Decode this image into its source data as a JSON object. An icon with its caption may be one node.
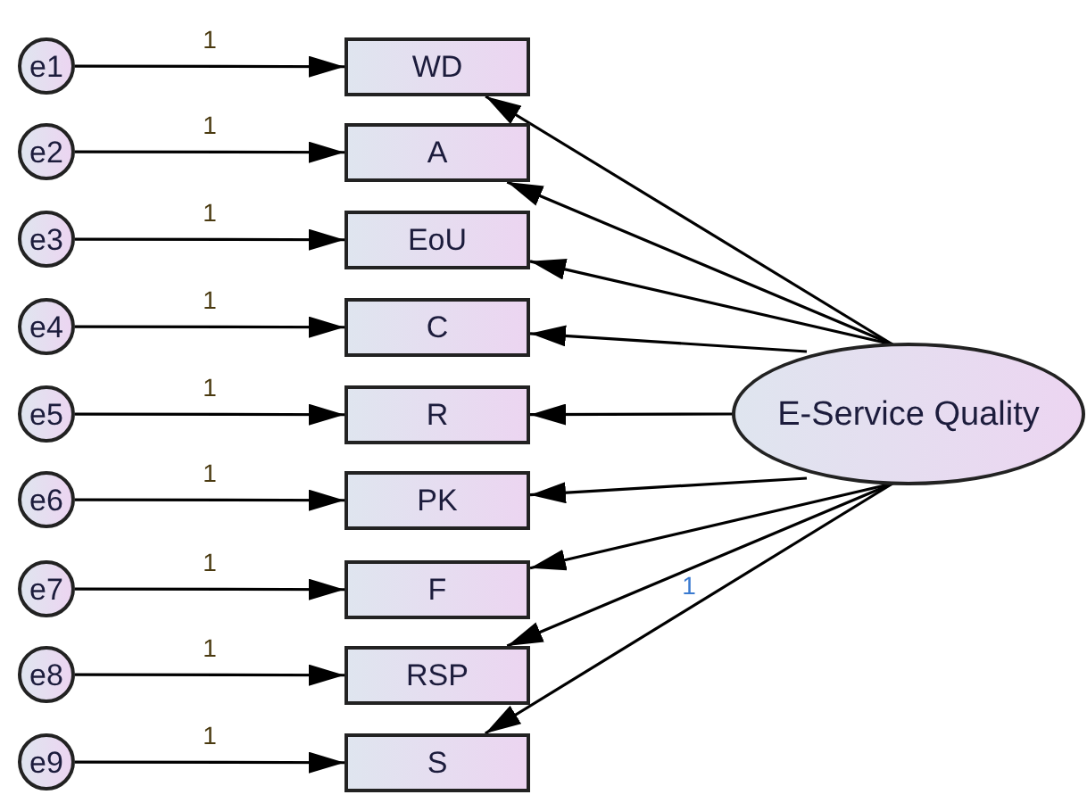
{
  "diagram": {
    "nodes": [
      {
        "text": [
          "e1"
        ]
      },
      {
        "text": [
          "e2"
        ]
      },
      {
        "text": [
          "e3"
        ]
      },
      {
        "text": [
          "e4"
        ]
      },
      {
        "text": [
          "e5"
        ]
      },
      {
        "text": [
          "e6"
        ]
      },
      {
        "text": [
          "e7"
        ]
      },
      {
        "text": [
          "e8"
        ]
      },
      {
        "text": [
          "e9"
        ]
      },
      {
        "text": [
          "WD"
        ]
      },
      {
        "text": [
          "A"
        ]
      },
      {
        "text": [
          "EoU"
        ]
      },
      {
        "text": [
          "C"
        ]
      },
      {
        "text": [
          "R"
        ]
      },
      {
        "text": [
          "PK"
        ]
      },
      {
        "text": [
          "F"
        ]
      },
      {
        "text": [
          "RSP"
        ]
      },
      {
        "text": [
          "S"
        ]
      },
      {
        "text": [
          "E-Service Quality"
        ]
      }
    ],
    "edges": [
      {
        "from": 0,
        "to": 9,
        "arrow": "to",
        "label": "1"
      },
      {
        "from": 1,
        "to": 10,
        "arrow": "to",
        "label": "1"
      },
      {
        "from": 2,
        "to": 11,
        "arrow": "to",
        "label": "1"
      },
      {
        "from": 3,
        "to": 12,
        "arrow": "to",
        "label": "1"
      },
      {
        "from": 4,
        "to": 13,
        "arrow": "to",
        "label": "1"
      },
      {
        "from": 5,
        "to": 14,
        "arrow": "to",
        "label": "1"
      },
      {
        "from": 6,
        "to": 15,
        "arrow": "to",
        "label": "1"
      },
      {
        "from": 7,
        "to": 16,
        "arrow": "to",
        "label": "1"
      },
      {
        "from": 8,
        "to": 17,
        "arrow": "to",
        "label": "1"
      },
      {
        "from": 18,
        "to": 9,
        "arrow": "to"
      },
      {
        "from": 18,
        "to": 10,
        "arrow": "to"
      },
      {
        "from": 18,
        "to": 11,
        "arrow": "to"
      },
      {
        "from": 18,
        "to": 12,
        "arrow": "to"
      },
      {
        "from": 18,
        "to": 13,
        "arrow": "to"
      },
      {
        "from": 18,
        "to": 14,
        "arrow": "to"
      },
      {
        "from": 18,
        "to": 15,
        "arrow": "to"
      },
      {
        "from": 18,
        "to": 16,
        "arrow": "to",
        "label": "1"
      },
      {
        "from": 18,
        "to": 17,
        "arrow": "to"
      }
    ]
  }
}
